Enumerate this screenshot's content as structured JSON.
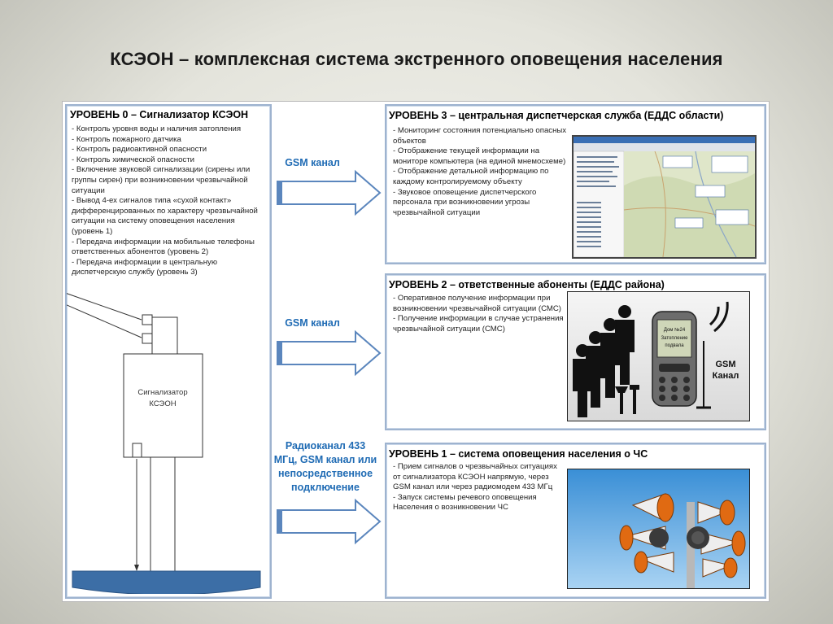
{
  "title": "КСЭОН – комплексная система экстренного оповещения населения",
  "level0": {
    "title": "УРОВЕНЬ 0 – Сигнализатор КСЭОН",
    "lines": [
      "- Контроль уровня воды и наличия затопления",
      "- Контроль пожарного датчика",
      "- Контроль радиоактивной опасности",
      "- Контроль химической опасности",
      "- Включение звуковой сигнализации (сирены или",
      "группы сирен) при возникновении чрезвычайной",
      "ситуации",
      "- Вывод 4-ех сигналов типа «сухой контакт»",
      "дифференцированных по характеру чрезвычайной",
      "ситуации на систему оповещения населения",
      "(уровень 1)",
      "- Передача информации на мобильные телефоны",
      "ответственных абонентов (уровень 2)",
      "- Передача информации в центральную",
      "диспетчерскую службу (уровень 3)"
    ],
    "device_label_1": "Сигнализатор",
    "device_label_2": "КСЭОН"
  },
  "channels": {
    "top": "GSM канал",
    "middle": "GSM канал",
    "bottom_lines": [
      "Радиоканал 433",
      "МГц, GSM канал или",
      "непосредственное",
      "подключение"
    ]
  },
  "level3": {
    "title": "УРОВЕНЬ 3 – центральная диспетчерская служба (ЕДДС области)",
    "lines": [
      "- Мониторинг состояния потенциально опасных",
      "объектов",
      "- Отображение текущей информации на",
      "мониторе компьютера (на единой мнемосхеме)",
      "- Отображение детальной информацию по",
      "каждому контролируемому объекту",
      "- Звуковое оповещение диспетчерского",
      "персонала при возникновении угрозы",
      "чрезвычайной ситуации"
    ]
  },
  "level2": {
    "title": "УРОВЕНЬ 2 – ответственные абоненты (ЕДДС района)",
    "lines": [
      "- Оперативное получение информации при",
      "возникновении чрезвычайной ситуации (СМС)",
      "- Получение информации в случае устранения",
      "чрезвычайной ситуации (СМС)"
    ],
    "gsm_label_1": "GSM",
    "gsm_label_2": "Канал",
    "phone_screen": [
      "Дом №24",
      "Затопление",
      "подвала"
    ]
  },
  "level1": {
    "title": "УРОВЕНЬ 1 – система оповещения населения о ЧС",
    "lines": [
      "- Прием сигналов о чрезвычайных ситуациях",
      "от сигнализатора КСЭОН напрямую, через",
      "GSM канал или через радиомодем 433 МГц",
      "- Запуск системы речевого оповещения",
      "Населения о возникновении ЧС"
    ]
  }
}
